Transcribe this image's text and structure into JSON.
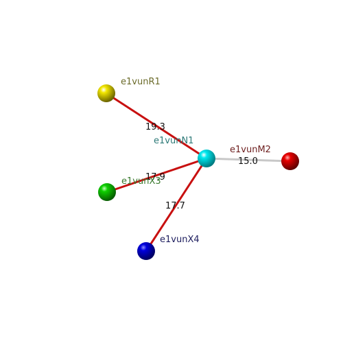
{
  "nodes": [
    {
      "id": "R1",
      "label": "e1vunR1",
      "color": "#f2e600",
      "label_color": "#6b6b2a"
    },
    {
      "id": "N1",
      "label": "e1vunN1",
      "color": "#00e8ee",
      "label_color": "#2e7a78"
    },
    {
      "id": "M2",
      "label": "e1vunM2",
      "color": "#e80000",
      "label_color": "#6e2020"
    },
    {
      "id": "X3",
      "label": "e1vunX3",
      "color": "#0ed000",
      "label_color": "#3a7a2e"
    },
    {
      "id": "X4",
      "label": "e1vunX4",
      "color": "#0000dd",
      "label_color": "#202060"
    }
  ],
  "edges": [
    {
      "from": "R1",
      "to": "N1",
      "label": "19.3",
      "color": "#c81010"
    },
    {
      "from": "N1",
      "to": "M2",
      "label": "15.0",
      "color": "#c8c8c8"
    },
    {
      "from": "X3",
      "to": "N1",
      "label": "17.9",
      "color": "#c81010"
    },
    {
      "from": "X4",
      "to": "N1",
      "label": "17.7",
      "color": "#c81010"
    }
  ]
}
